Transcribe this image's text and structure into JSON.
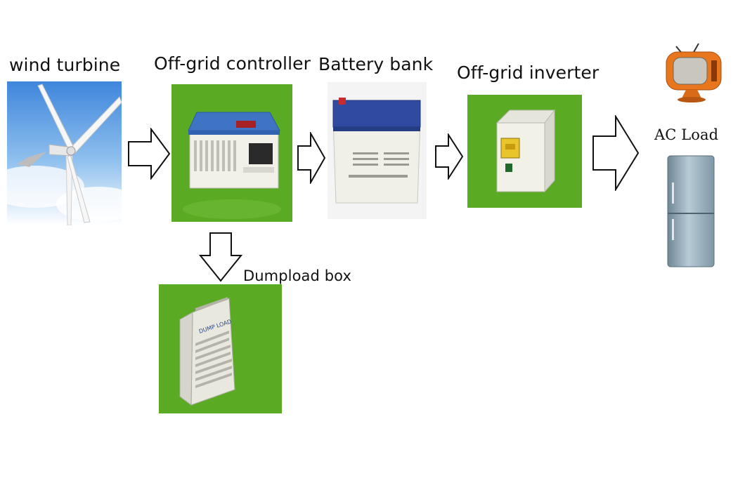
{
  "labels": {
    "wind_turbine": "wind turbine",
    "controller": "Off-grid controller",
    "battery": "Battery bank",
    "inverter": "Off-grid inverter",
    "ac_load": "AC Load",
    "dumpload": "Dumpload box",
    "dump_load_plate": "DUMP LOAD"
  },
  "colors": {
    "product_background": "#5aaa24",
    "controller_lid": "#3f74c4",
    "battery_lid": "#2f4aa0",
    "device_body": "#eeeee6",
    "sky": "#6fa8e6"
  }
}
